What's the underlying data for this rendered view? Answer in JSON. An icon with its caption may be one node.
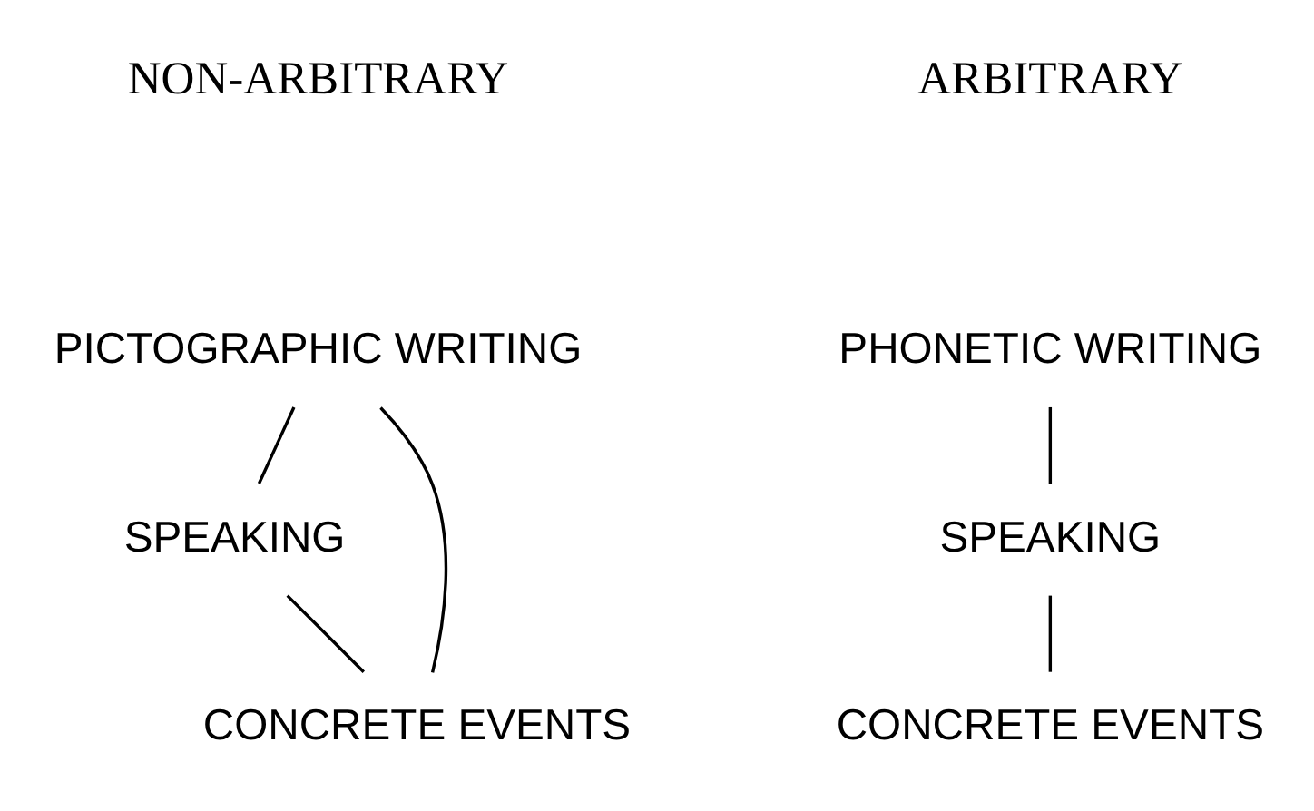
{
  "diagram": {
    "nodes": [
      {
        "text": [
          "PICTOGRAPHIC WRITING"
        ]
      },
      {
        "text": [
          "PHONETIC WRITING"
        ]
      },
      {
        "text": [
          "SPEAKING"
        ]
      },
      {
        "text": [
          "SPEAKING"
        ]
      },
      {
        "text": [
          "CONCRETE EVENTS"
        ]
      },
      {
        "text": [
          "CONCRETE EVENTS"
        ]
      }
    ],
    "edges": [
      {
        "from": 0,
        "to": 2,
        "arrow": "none"
      },
      {
        "from": 0,
        "to": 4,
        "arrow": "none"
      },
      {
        "from": 2,
        "to": 4,
        "arrow": "none"
      },
      {
        "from": 1,
        "to": 3,
        "arrow": "none"
      },
      {
        "from": 3,
        "to": 5,
        "arrow": "none"
      }
    ],
    "labels": [
      "NON-ARBITRARY",
      "ARBITRARY"
    ]
  }
}
